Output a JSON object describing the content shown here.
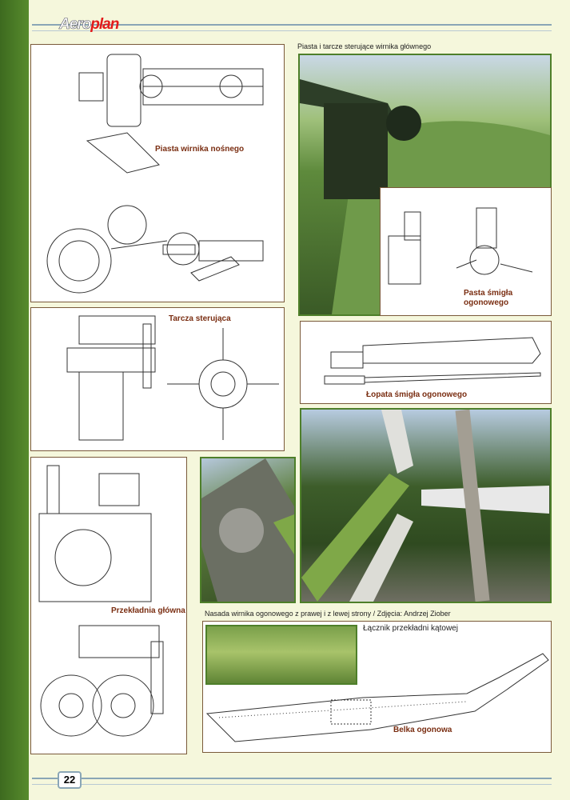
{
  "header": {
    "logo_part1": "Aero",
    "logo_part2": "plan"
  },
  "captions": {
    "hub_photo": "Piasta i tarcze sterujące wirnika głównego",
    "tail_hub_photo": "Nasada wirnika ogonowego z prawej i z lewej strony / Zdjęcia: Andrzej Ziober"
  },
  "drawings": {
    "main_hub": "Piasta wirnika nośnego",
    "swashplate": "Tarcza sterująca",
    "tail_hub_line1": "Pasta śmigła",
    "tail_hub_line2": "ogonowego",
    "tail_blade": "Łopata śmigła ogonowego",
    "gearbox": "Przekładnia główna",
    "angle_gear": "Łącznik przekładni kątowej",
    "tail_boom": "Belka ogonowa"
  },
  "footer": {
    "page_number": "22"
  },
  "colors": {
    "sidebar": "#3d6a1f",
    "label": "#7a2e12",
    "logo_accent": "#e31b1b"
  }
}
